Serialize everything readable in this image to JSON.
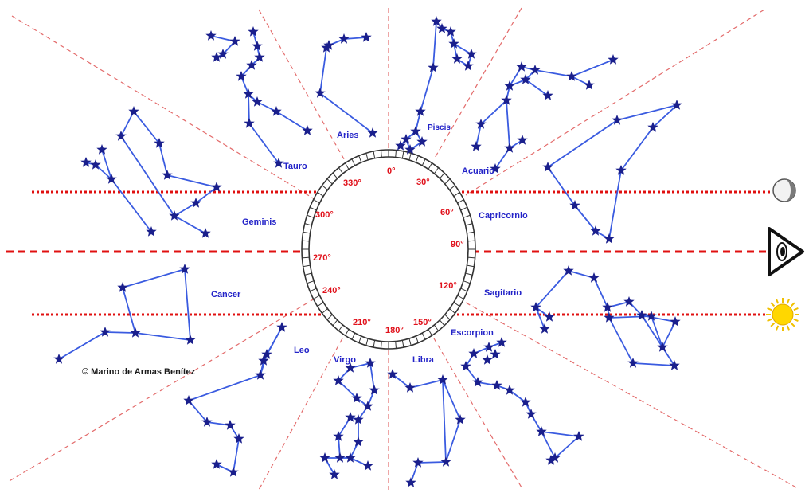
{
  "colors": {
    "constellation_line": "#3a5be0",
    "constellation_star": "#1a1f8c",
    "sign_label": "#2323c8",
    "degree_label": "#e0101a",
    "guide_line": "#e01010",
    "sector_line": "#e36b6b",
    "sun": "#ffd700",
    "background": "#ffffff"
  },
  "credit": "© Marino de Armas Benítez",
  "icons": {
    "moon": "moon-icon",
    "eye": "eye-icon",
    "sun": "sun-icon"
  },
  "degrees": [
    "0°",
    "30°",
    "60°",
    "90°",
    "120°",
    "150°",
    "180°",
    "210°",
    "240°",
    "270°",
    "300°",
    "330°"
  ],
  "signs": [
    "Aries",
    "Piscis",
    "Acuario",
    "Capricornio",
    "Sagitario",
    "Escorpion",
    "Libra",
    "Virgo",
    "Leo",
    "Cancer",
    "Geminis",
    "Tauro"
  ]
}
